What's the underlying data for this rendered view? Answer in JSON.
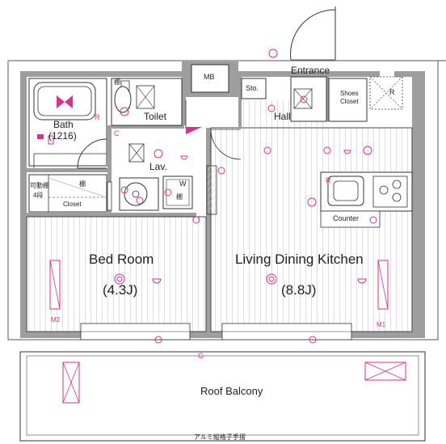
{
  "rooms": {
    "bed_room": {
      "name": "Bed Room",
      "size": "(4.3J)"
    },
    "ldk": {
      "name": "Living Dining Kitchen",
      "size": "(8.8J)"
    },
    "bath": {
      "name": "Bath",
      "size": "(1216)"
    },
    "toilet": {
      "name": "Toilet"
    },
    "lav": {
      "name": "Lav."
    },
    "hall": {
      "name": "Hall"
    },
    "entrance": {
      "name": "Entrance"
    },
    "mb": {
      "name": "MB"
    },
    "storage": {
      "name": "Sto."
    },
    "shoes_closet": {
      "name": "Shoes Closet",
      "line1": "Shoes",
      "line2": "Closet"
    },
    "closet": {
      "name": "Closet"
    },
    "counter": {
      "name": "Counter"
    },
    "roof_balcony": {
      "name": "Roof Balcony"
    }
  },
  "fixtures": {
    "washer": "W",
    "shelf_1": "棚",
    "shelf_2": "棚",
    "shelf_3": "棚",
    "movable_shelf_line1": "可動棚",
    "movable_shelf_line2": "4段",
    "handrail_note": "アルミ縦格子手摺"
  },
  "markers": {
    "c": "C",
    "r_bath": "R",
    "r_kitchen": "R",
    "r_fan": "R",
    "g": "G",
    "m1": "M1",
    "m2": "M2"
  },
  "colors": {
    "wall": "#999999",
    "line": "#333333",
    "hatch": "#bbbbbb",
    "electric": "#d6338c"
  }
}
